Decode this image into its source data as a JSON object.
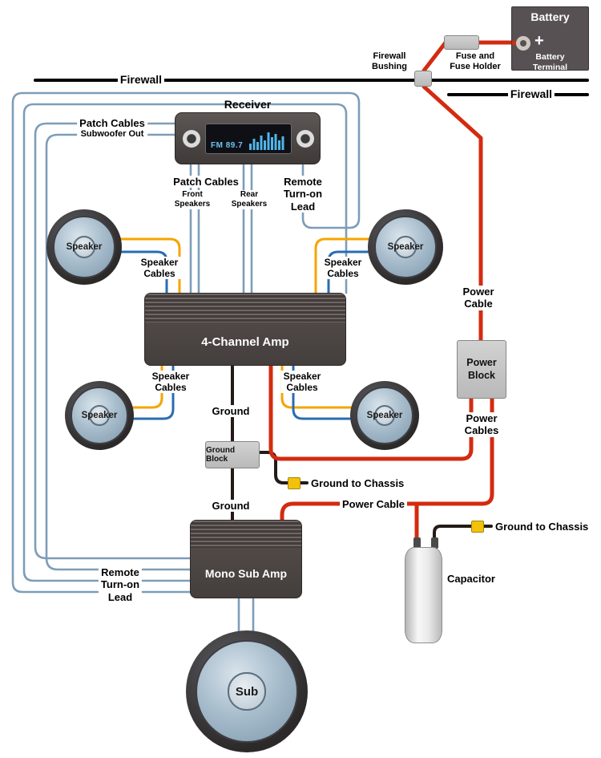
{
  "colors": {
    "power_wire": "#d32b10",
    "signal_wire": "#7d9db8",
    "ground_wire": "#241b18",
    "speaker_wire_yellow": "#f5a500",
    "speaker_wire_blue": "#2a6cb0",
    "connector": "#f2c20a"
  },
  "battery": {
    "title": "Battery",
    "plus": "+",
    "terminal_line1": "Battery",
    "terminal_line2": "Terminal"
  },
  "fuse": {
    "line1": "Fuse and",
    "line2": "Fuse Holder"
  },
  "firewall": {
    "left_label": "Firewall",
    "right_label": "Firewall"
  },
  "bushing": {
    "line1": "Firewall",
    "line2": "Bushing"
  },
  "receiver": {
    "title": "Receiver",
    "display": "FM 89.7"
  },
  "patch_subwoofer": {
    "line1": "Patch Cables",
    "line2": "Subwoofer Out"
  },
  "patch_amp": {
    "title": "Patch Cables",
    "front_line1": "Front",
    "front_line2": "Speakers",
    "rear_line1": "Rear",
    "rear_line2": "Speakers"
  },
  "remote_mid": {
    "line1": "Remote",
    "line2": "Turn-on",
    "line3": "Lead"
  },
  "remote_bottom": {
    "line1": "Remote",
    "line2": "Turn-on",
    "line3": "Lead"
  },
  "speaker_label": "Speaker",
  "sub_label": "Sub",
  "speaker_cables": {
    "line1": "Speaker",
    "line2": "Cables"
  },
  "amp_4ch": {
    "title": "4-Channel Amp"
  },
  "amp_mono": {
    "title": "Mono Sub Amp"
  },
  "power": {
    "cable_top_line1": "Power",
    "cable_top_line2": "Cable",
    "block_line1": "Power",
    "block_line2": "Block",
    "cables_line1": "Power",
    "cables_line2": "Cables",
    "cable_mid": "Power Cable"
  },
  "ground": {
    "upper": "Ground",
    "lower": "Ground",
    "block": "Ground Block",
    "to_chassis_mid": "Ground to Chassis",
    "to_chassis_right": "Ground to Chassis"
  },
  "capacitor_label": "Capacitor"
}
